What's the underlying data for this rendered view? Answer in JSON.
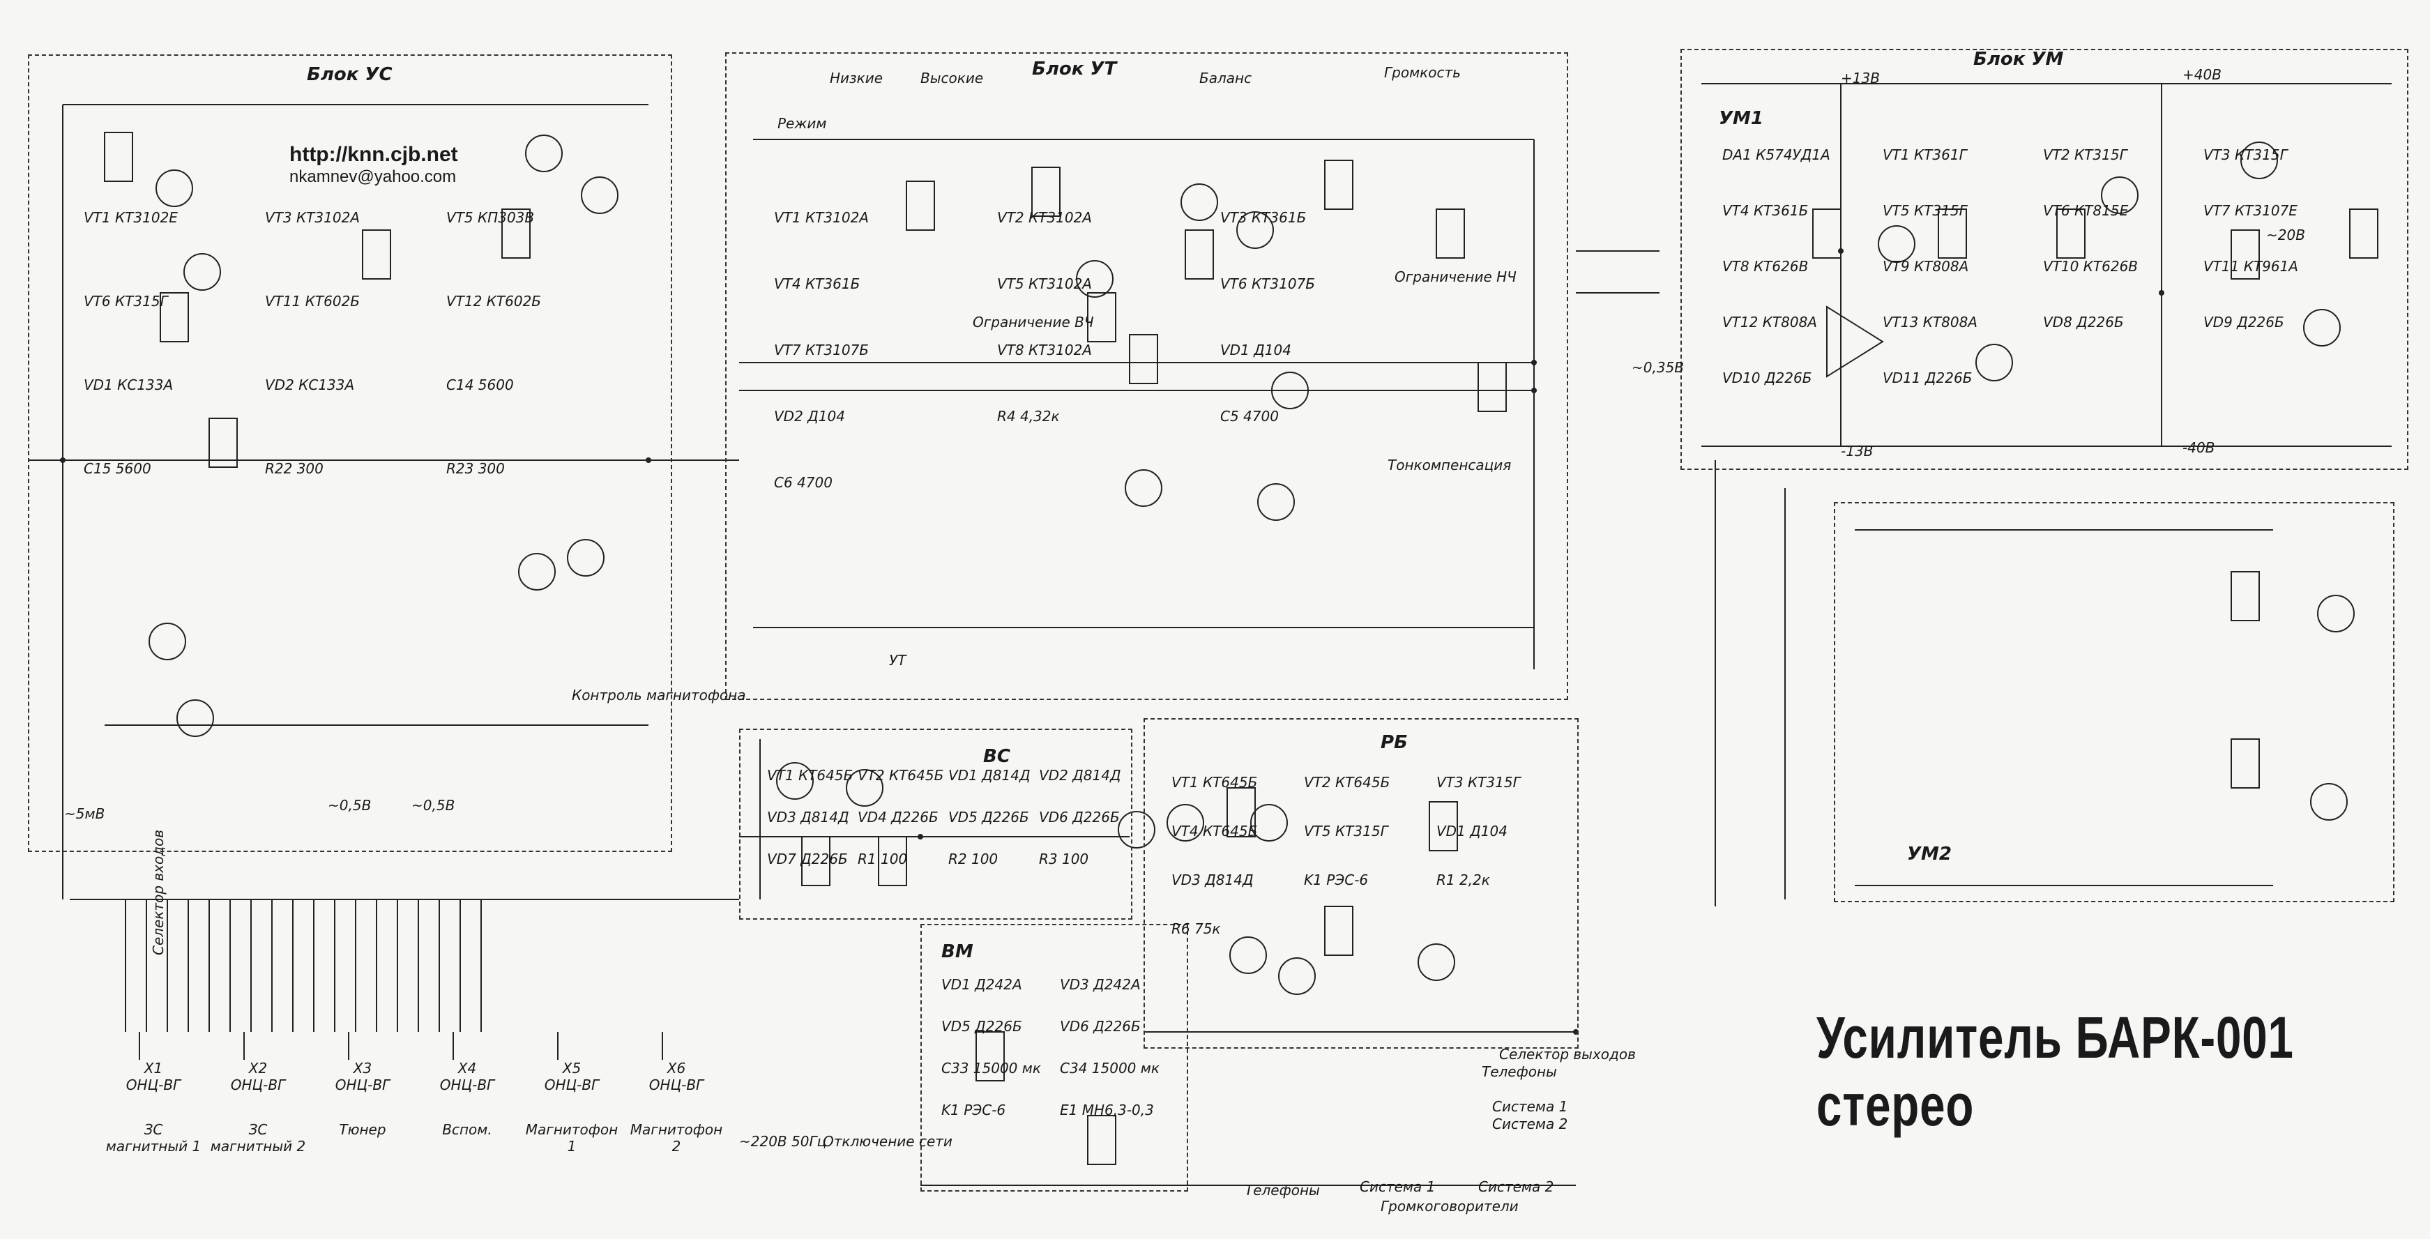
{
  "title": "Усилитель БАРК-001 стерео",
  "url": "http://knn.cjb.net",
  "email": "nkamnev@yahoo.com",
  "blocks": {
    "us": "Блок УС",
    "ut": "Блок УТ",
    "um": "Блок УМ",
    "um1": "УМ1",
    "um2": "УМ2",
    "vs": "ВС",
    "rb": "РБ",
    "vm": "ВМ"
  },
  "ut_labels": {
    "low": "Низкие",
    "high": "Высокие",
    "balance": "Баланс",
    "volume": "Громкость",
    "mode": "Режим",
    "ut_sub": "УТ",
    "limiter": "Ограничение ВЧ",
    "limiter2": "Ограничение НЧ",
    "tonecomp": "Тонкомпенсация"
  },
  "us_labels": {
    "tape_monitor": "Контроль магнитофона",
    "input_selector": "Селектор входов"
  },
  "connectors": [
    {
      "id": "X1",
      "type": "ОНЦ-ВГ",
      "name": "ЗС магнитный 1"
    },
    {
      "id": "X2",
      "type": "ОНЦ-ВГ",
      "name": "ЗС магнитный 2"
    },
    {
      "id": "X3",
      "type": "ОНЦ-ВГ",
      "name": "Тюнер"
    },
    {
      "id": "X4",
      "type": "ОНЦ-ВГ",
      "name": "Вспом."
    },
    {
      "id": "X5",
      "type": "ОНЦ-ВГ",
      "name": "Магнитофон 1"
    },
    {
      "id": "X6",
      "type": "ОНЦ-ВГ",
      "name": "Магнитофон 2"
    }
  ],
  "outputs": {
    "phones": "Телефоны",
    "sys1": "Система 1",
    "sys2": "Система 2",
    "speakers": "Громкоговорители",
    "output_selector": "Селектор выходов",
    "mains": "~220В 50Гц",
    "mains_out": "Отключение сети"
  },
  "parts_us": [
    "VT1 КТ3102Е",
    "VT3 КТ3102А",
    "VT5 КП303В",
    "VT6 КТ315Г",
    "VT11 КТ602Б",
    "VT12 КТ602Б",
    "VD1 КС133А",
    "VD2 КС133А",
    "C14 5600",
    "C15 5600",
    "R22 300",
    "R23 300"
  ],
  "parts_ut": [
    "VT1 КТ3102А",
    "VT2 КТ3102А",
    "VT3 КТ361Б",
    "VT4 КТ361Б",
    "VT5 КТ3102А",
    "VT6 КТ3107Б",
    "VT7 КТ3107Б",
    "VT8 КТ3102А",
    "VD1 Д104",
    "VD2 Д104",
    "R4 4,32к",
    "C5 4700",
    "C6 4700"
  ],
  "parts_um": [
    "DA1 К574УД1А",
    "VT1 КТ361Г",
    "VT2 КТ315Г",
    "VT3 КТ315Г",
    "VT4 КТ361Б",
    "VT5 КТ315Г",
    "VT6 КТ815Е",
    "VT7 КТ3107Е",
    "VT8 КТ626В",
    "VT9 КТ808А",
    "VT10 КТ626В",
    "VT11 КТ961А",
    "VT12 КТ808А",
    "VT13 КТ808А",
    "VD8 Д226Б",
    "VD9 Д226Б",
    "VD10 Д226Б",
    "VD11 Д226Б"
  ],
  "parts_vs": [
    "VT1 КТ645Б",
    "VT2 КТ645Б",
    "VD1 Д814Д",
    "VD2 Д814Д",
    "VD3 Д814Д",
    "VD4 Д226Б",
    "VD5 Д226Б",
    "VD6 Д226Б",
    "VD7 Д226Б",
    "R1 100",
    "R2 100",
    "R3 100"
  ],
  "parts_rb": [
    "VT1 КТ645Б",
    "VT2 КТ645Б",
    "VT3 КТ315Г",
    "VT4 КТ645Б",
    "VT5 КТ315Г",
    "VD1 Д104",
    "VD3 Д814Д",
    "K1 РЭС-6",
    "R1 2,2к",
    "R6 75к"
  ],
  "parts_vm": [
    "VD1 Д242А",
    "VD3 Д242А",
    "VD5 Д226Б",
    "VD6 Д226Б",
    "C33 15000 мк",
    "C34 15000 мк",
    "K1 РЭС-6",
    "E1 МН6,3-0,3"
  ],
  "voltages": [
    "~5мВ",
    "~0,5В",
    "~0,5В",
    "~0,35В",
    "-13В",
    "+13В",
    "-40В",
    "+40В",
    "~20В"
  ]
}
